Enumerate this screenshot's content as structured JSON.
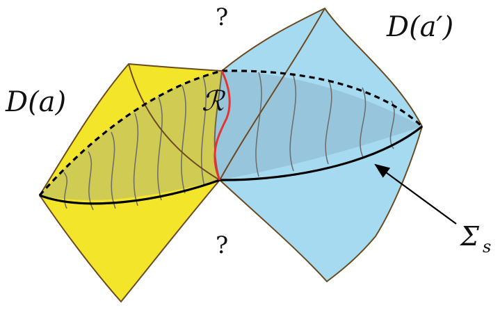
{
  "labels": {
    "region_a": "D(a)",
    "region_a_prime": "D(a′)",
    "overlap_region": "ℛ",
    "question_top": "?",
    "question_bottom": "?",
    "surface_label_symbol": "Σ",
    "surface_label_subscript": "s"
  },
  "colors": {
    "region_a_fill": "#f3e52a",
    "region_a_prime_fill": "#a6daf1",
    "overlap_fill": "#b9c77f",
    "region_edge": "#6b4a22",
    "boundary_curve": "#e3342f",
    "slice_lines": "#6e6e6e",
    "surface_outline": "#000000"
  }
}
